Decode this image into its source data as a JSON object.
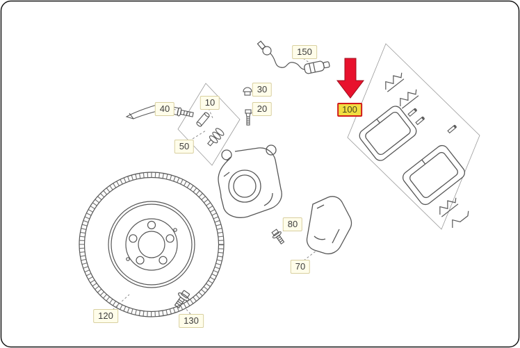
{
  "diagram": {
    "description": "Exploded parts diagram of a disc brake assembly with numbered callouts; callout 100 (brake pad set) is highlighted with a red arrow",
    "colors": {
      "arrow_color": "#e8112d",
      "highlight_bg": "#f1dd41",
      "highlight_border": "#d11a1a",
      "label_bg": "#fffdea",
      "label_border": "#d8cf9f",
      "line_color": "#565656"
    },
    "labels": [
      {
        "part": "10"
      },
      {
        "part": "20"
      },
      {
        "part": "30"
      },
      {
        "part": "40"
      },
      {
        "part": "50"
      },
      {
        "part": "70"
      },
      {
        "part": "80"
      },
      {
        "part": "100",
        "highlighted": true
      },
      {
        "part": "120"
      },
      {
        "part": "130"
      },
      {
        "part": "150"
      }
    ]
  }
}
